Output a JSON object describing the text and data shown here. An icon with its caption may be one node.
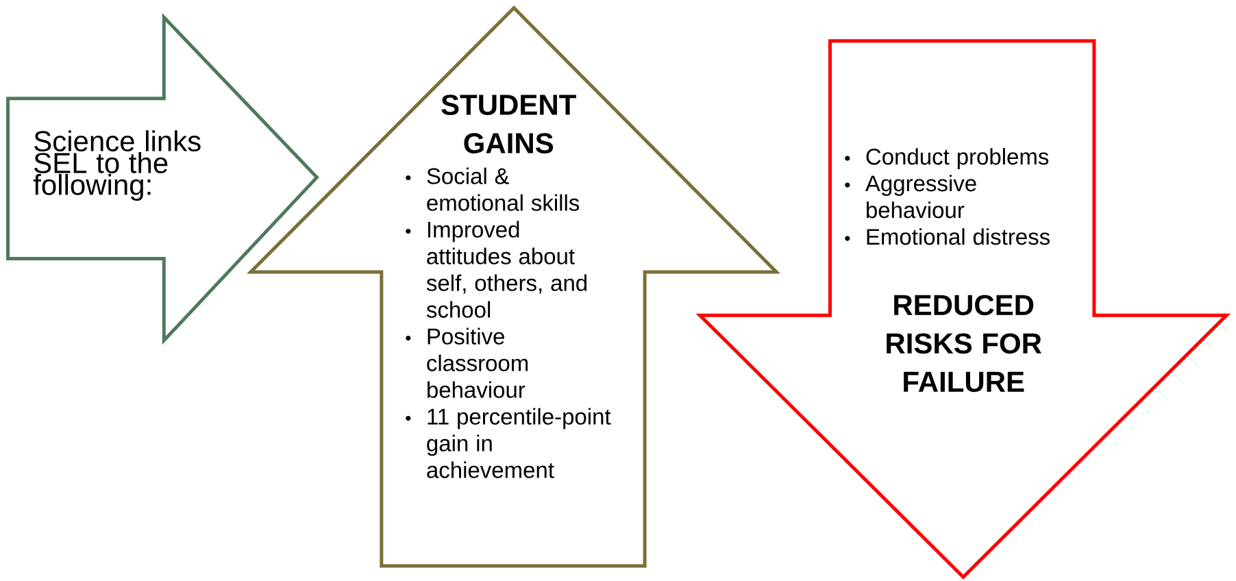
{
  "diagram": {
    "nodes": [
      {
        "text": [
          "Science links SEL to the following:"
        ]
      },
      {
        "text": [
          "STUDENT GAINS",
          "Social & emotional skills",
          "Improved attitudes about self, others, and school",
          "Positive classroom behaviour",
          "11 percentile-point gain in achievement"
        ]
      },
      {
        "text": [
          "Conduct problems",
          "Aggressive behaviour",
          "Emotional distress",
          "REDUCED RISKS FOR FAILURE"
        ]
      }
    ]
  }
}
